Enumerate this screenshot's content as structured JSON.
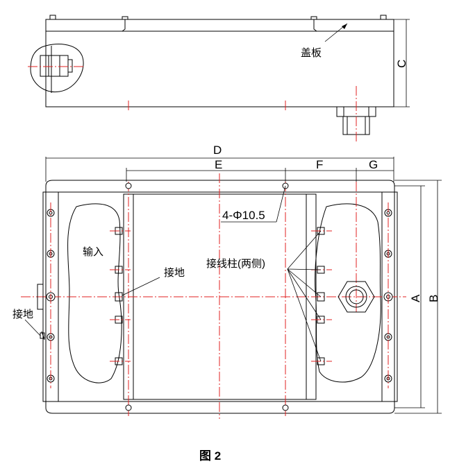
{
  "labels": {
    "cover_plate": "盖板",
    "input": "输入",
    "ground_inner": "接地",
    "ground_outer": "接地",
    "terminal_posts": "接线柱(两侧)",
    "holes": "4-Φ10.5"
  },
  "dimensions": {
    "A": "A",
    "B": "B",
    "C": "C",
    "D": "D",
    "E": "E",
    "F": "F",
    "G": "G"
  },
  "caption": "图 2",
  "colors": {
    "line": "#000000",
    "centerline": "#e02020"
  }
}
